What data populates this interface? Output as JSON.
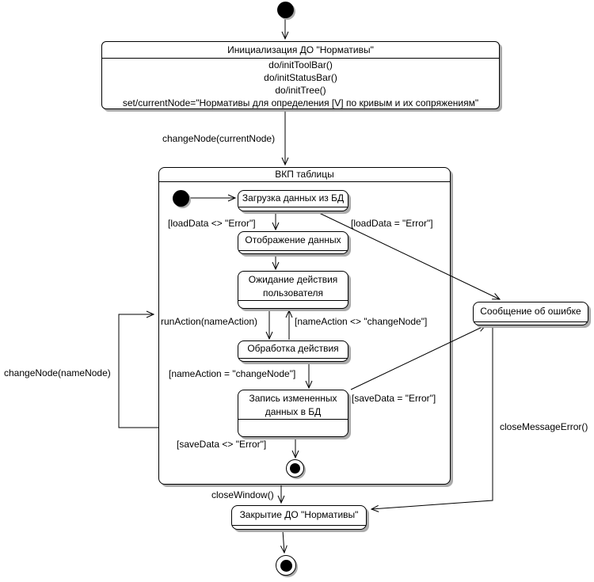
{
  "diagram": {
    "states": {
      "init": {
        "title": "Инициализация ДО \"Нормативы\"",
        "actions": [
          "do/initToolBar()",
          "do/initStatusBar()",
          "do/initTree()",
          "set/currentNode=\"Нормативы для определения [V] по кривым и их сопряжениям\""
        ]
      },
      "composite": {
        "title": "ВКП таблицы"
      },
      "load": {
        "title": "Загрузка данных из БД"
      },
      "display": {
        "title": "Отображение данных"
      },
      "wait": {
        "line1": "Ожидание действия",
        "line2": "пользователя"
      },
      "process": {
        "title": "Обработка действия"
      },
      "save": {
        "line1": "Запись измененных",
        "line2": "данных в БД"
      },
      "error": {
        "title": "Сообщение об ошибке"
      },
      "close": {
        "title": "Закрытие ДО \"Нормативы\""
      }
    },
    "transitions": {
      "change_node_current": "changeNode(currentNode)",
      "load_ok": "[loadData <> \"Error\"]",
      "load_err": "[loadData = \"Error\"]",
      "run_action": "runAction(nameAction)",
      "name_action_ne": "[nameAction <> \"changeNode\"]",
      "name_action_eq": "[nameAction = \"changeNode\"]",
      "save_err": "[saveData = \"Error\"]",
      "save_ok": "[saveData <> \"Error\"]",
      "change_node_name": "changeNode(nameNode)",
      "close_message_error": "closeMessageError()",
      "close_window": "closeWindow()"
    },
    "colors": {
      "line": "#000000",
      "shadow": "#ababab",
      "fill": "#ffffff"
    }
  }
}
